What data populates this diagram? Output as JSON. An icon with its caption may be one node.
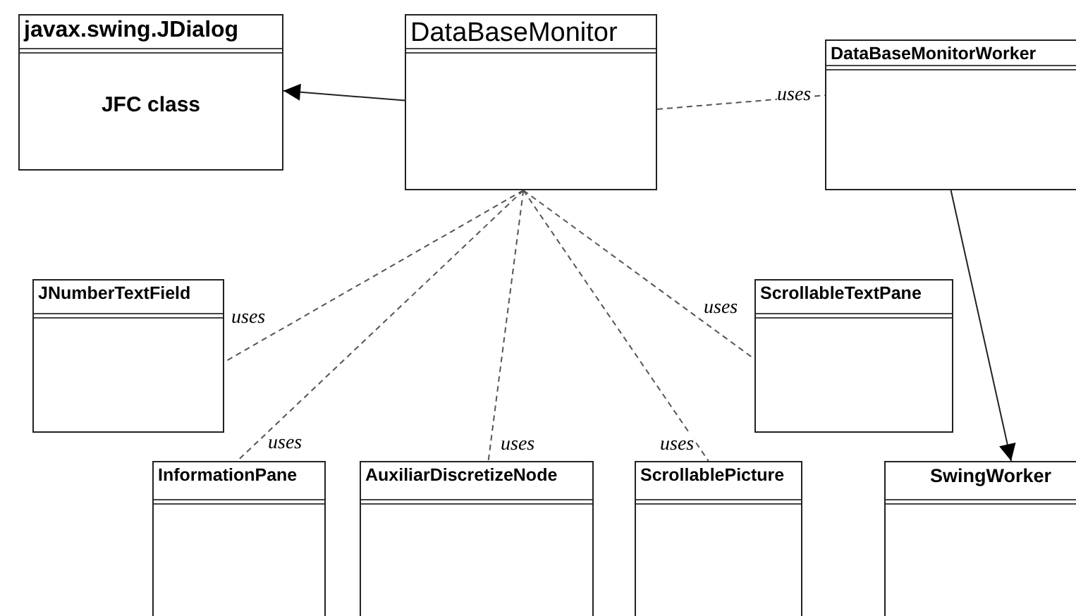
{
  "diagram": {
    "nodes": [
      {
        "text": [
          "javax.swing.JDialog",
          "JFC class"
        ]
      },
      {
        "text": [
          "DataBaseMonitor"
        ]
      },
      {
        "text": [
          "DataBaseMonitorWorker"
        ]
      },
      {
        "text": [
          "JNumberTextField"
        ]
      },
      {
        "text": [
          "ScrollableTextPane"
        ]
      },
      {
        "text": [
          "InformationPane"
        ]
      },
      {
        "text": [
          "AuxiliarDiscretizeNode"
        ]
      },
      {
        "text": [
          "ScrollablePicture"
        ]
      },
      {
        "text": [
          "SwingWorker"
        ]
      }
    ],
    "edges": [
      {
        "from": 1,
        "to": 0,
        "arrow": "to"
      },
      {
        "from": 1,
        "to": 2,
        "arrow": "none",
        "label": "uses",
        "style": "dashed"
      },
      {
        "from": 1,
        "to": 3,
        "arrow": "none",
        "label": "uses",
        "style": "dashed"
      },
      {
        "from": 1,
        "to": 5,
        "arrow": "none",
        "label": "uses",
        "style": "dashed"
      },
      {
        "from": 1,
        "to": 6,
        "arrow": "none",
        "label": "uses",
        "style": "dashed"
      },
      {
        "from": 1,
        "to": 7,
        "arrow": "none",
        "label": "uses",
        "style": "dashed"
      },
      {
        "from": 1,
        "to": 4,
        "arrow": "none",
        "label": "uses",
        "style": "dashed"
      },
      {
        "from": 2,
        "to": 8,
        "arrow": "to"
      }
    ]
  }
}
